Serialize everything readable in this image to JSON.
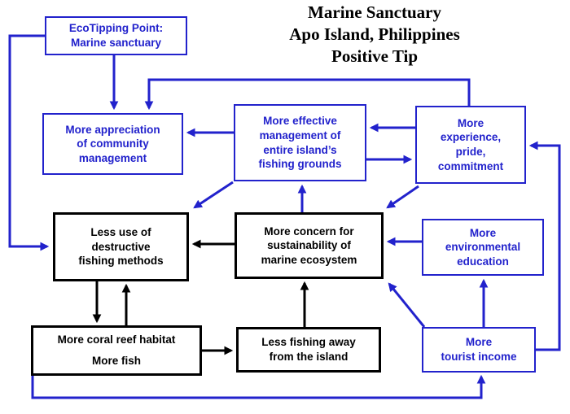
{
  "title": {
    "line1": "Marine Sanctuary",
    "line2": "Apo Island, Philippines",
    "line3": "Positive Tip"
  },
  "colors": {
    "blue": "#2222cc",
    "black": "#000000",
    "background": "#ffffff"
  },
  "nodes": [
    {
      "id": "ecotip",
      "color": "blue",
      "label": "EcoTipping Point:\nMarine sanctuary"
    },
    {
      "id": "appreciation",
      "color": "blue",
      "label": "More appreciation\nof community\nmanagement"
    },
    {
      "id": "effective",
      "color": "blue",
      "label": "More effective\nmanagement of\nentire island’s\nfishing grounds"
    },
    {
      "id": "experience",
      "color": "blue",
      "label": "More\nexperience,\npride,\ncommitment"
    },
    {
      "id": "lessuse",
      "color": "black",
      "label": "Less use of\ndestructive\nfishing methods"
    },
    {
      "id": "concern",
      "color": "black",
      "label": "More concern for\nsustainability of\nmarine ecosystem"
    },
    {
      "id": "education",
      "color": "blue",
      "label": "More\nenvironmental\neducation"
    },
    {
      "id": "coral",
      "color": "black",
      "label": "More coral reef habitat\nMore fish"
    },
    {
      "id": "lessaway",
      "color": "black",
      "label": "Less fishing away\nfrom the island"
    },
    {
      "id": "tourist",
      "color": "blue",
      "label": "More\ntourist income"
    }
  ],
  "edges": [
    {
      "from": "ecotip",
      "to": "appreciation",
      "color": "blue"
    },
    {
      "from": "ecotip",
      "to": "lessuse",
      "color": "blue"
    },
    {
      "from": "experience",
      "to": "appreciation",
      "color": "blue"
    },
    {
      "from": "effective",
      "to": "appreciation",
      "color": "blue"
    },
    {
      "from": "experience",
      "to": "effective",
      "color": "blue"
    },
    {
      "from": "effective",
      "to": "experience",
      "color": "blue"
    },
    {
      "from": "experience",
      "to": "concern",
      "color": "blue"
    },
    {
      "from": "concern",
      "to": "effective",
      "color": "blue"
    },
    {
      "from": "effective",
      "to": "lessuse",
      "color": "blue"
    },
    {
      "from": "education",
      "to": "concern",
      "color": "blue"
    },
    {
      "from": "tourist",
      "to": "education",
      "color": "blue"
    },
    {
      "from": "tourist",
      "to": "experience",
      "color": "blue"
    },
    {
      "from": "tourist",
      "to": "concern",
      "color": "blue"
    },
    {
      "from": "coral",
      "to": "tourist",
      "color": "blue"
    },
    {
      "from": "concern",
      "to": "lessuse",
      "color": "black"
    },
    {
      "from": "lessuse",
      "to": "coral",
      "color": "black"
    },
    {
      "from": "coral",
      "to": "lessuse",
      "color": "black"
    },
    {
      "from": "coral",
      "to": "lessaway",
      "color": "black"
    },
    {
      "from": "lessaway",
      "to": "concern",
      "color": "black"
    }
  ]
}
